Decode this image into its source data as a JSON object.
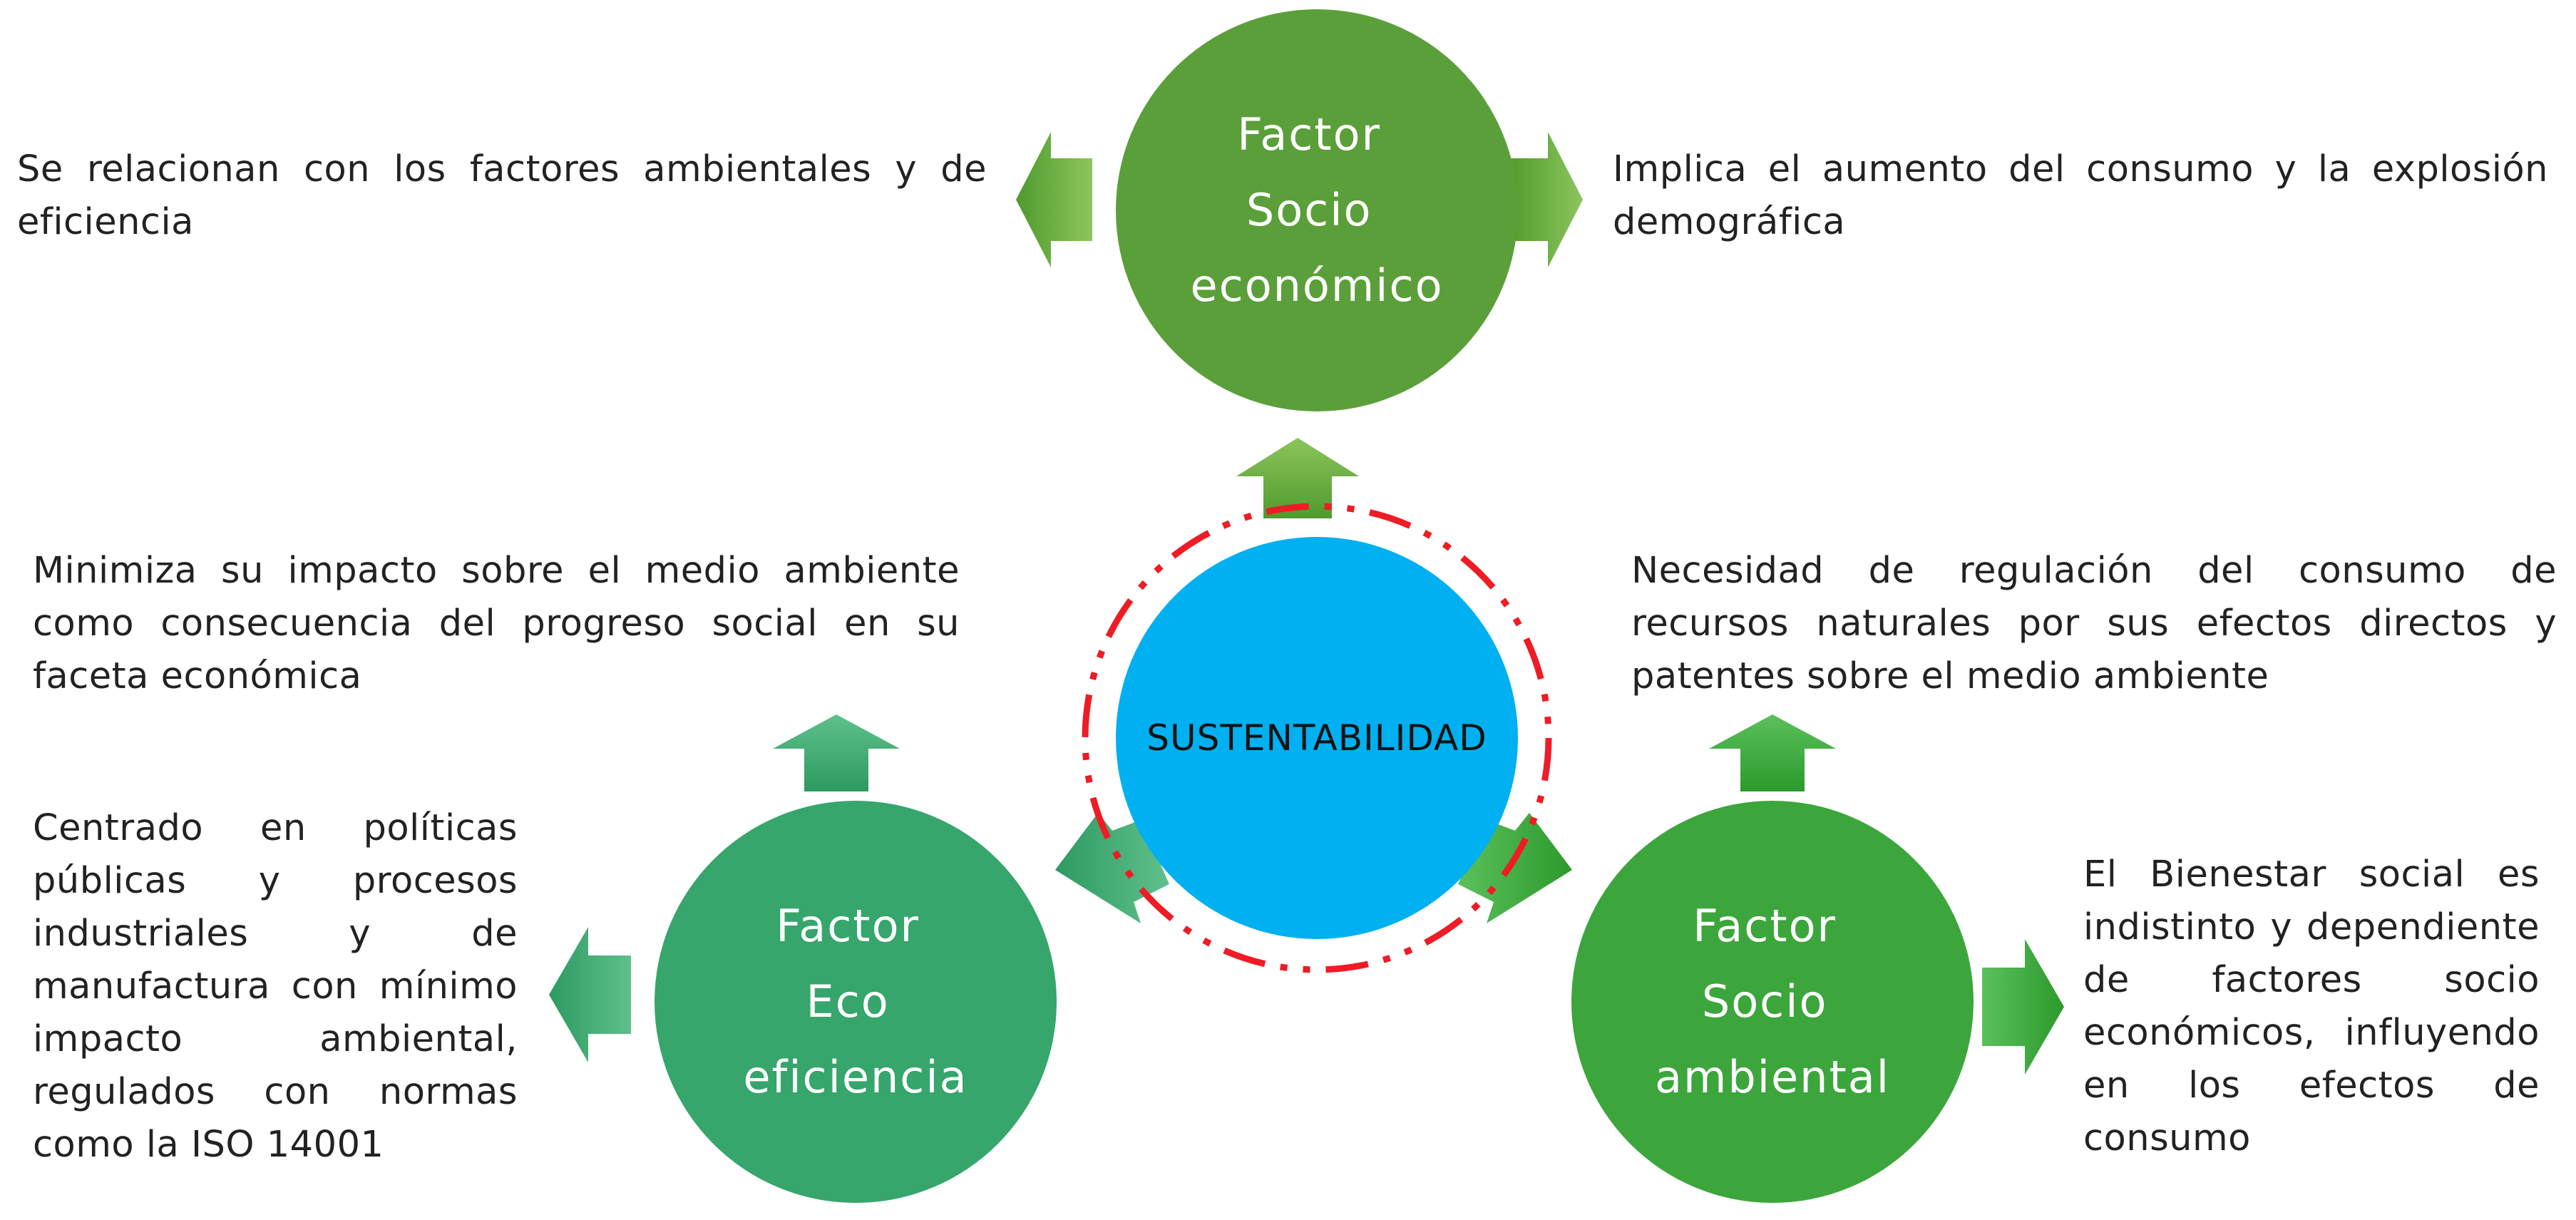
{
  "center": {
    "label": "SUSTENTABILIDAD"
  },
  "nodes": {
    "socio_economico": {
      "lines": [
        "Factor",
        "Socio",
        "económico"
      ]
    },
    "eco_eficiencia": {
      "lines": [
        "Factor",
        "Eco",
        "eficiencia"
      ]
    },
    "socio_ambiental": {
      "lines": [
        "Factor",
        "Socio",
        "ambiental"
      ]
    }
  },
  "descriptions": {
    "top_left": "Se relacionan con los factores ambientales y de eficiencia",
    "top_right": "Implica el aumento del consumo y la explosión demográfica",
    "mid_left": "Minimiza su impacto sobre el medio ambiente como consecuencia del progreso social en su faceta económica",
    "mid_right": "Necesidad de regulación del consumo de recursos naturales por sus efectos directos y patentes sobre el medio ambiente",
    "bottom_left": "Centrado en políticas públicas y procesos industriales y de manufactura con mínimo impacto ambiental, regulados con normas como la ISO 14001",
    "bottom_right": "El Bienestar social es indistinto y dependiente de factores socio económicos, influyendo en los efectos de consumo"
  },
  "colors": {
    "center_fill": "#00b0f0",
    "center_ring": "#ee1c25",
    "node_socio_economico": "#5b9f3a",
    "node_eco_eficiencia": "#36a66c",
    "node_socio_ambiental": "#3ca63c",
    "arrow_green": "#62ad3c",
    "arrow_teal": "#3aa86c",
    "arrow_bright": "#3caa3c",
    "text": "#222222"
  }
}
